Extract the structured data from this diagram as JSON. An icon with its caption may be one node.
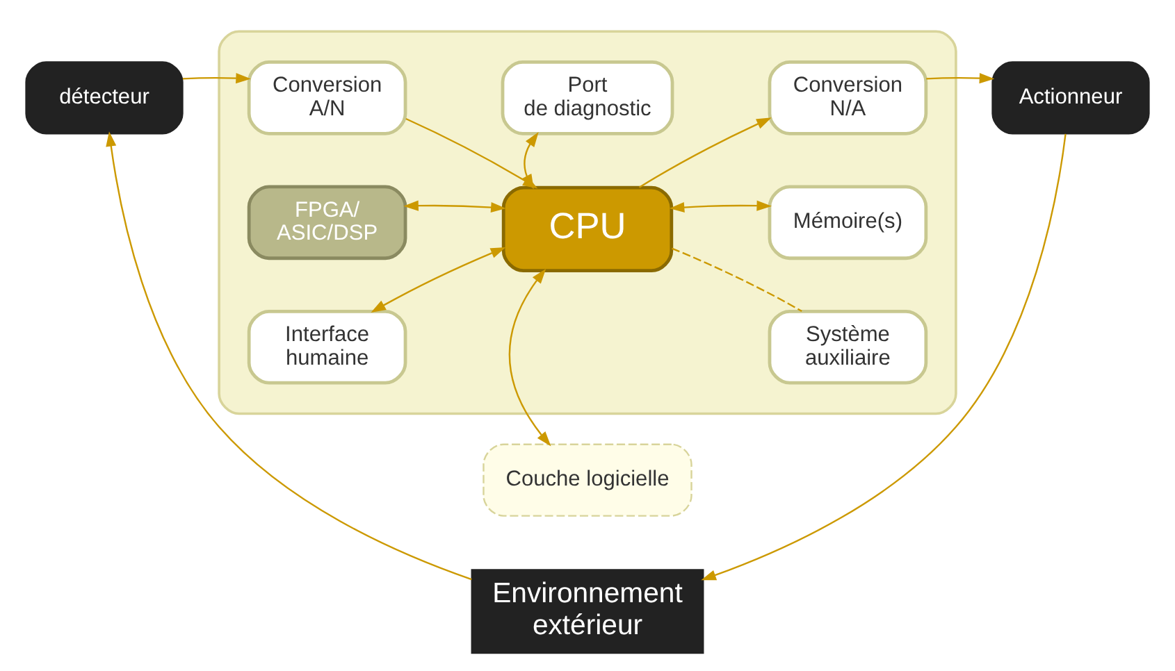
{
  "diagram": {
    "nodes": [
      {
        "text": [
          "Couche logicielle"
        ]
      },
      {
        "text": [],
        "shape": "box"
      },
      {
        "text": [
          "FPGA/ ASIC/DSP"
        ],
        "in": 1
      },
      {
        "text": [
          "Mémoire(s)"
        ],
        "in": 1
      },
      {
        "text": [
          "détecteur"
        ]
      },
      {
        "text": [
          "Conversion A/N"
        ],
        "in": 1
      },
      {
        "text": [
          "CPU"
        ],
        "in": 1
      },
      {
        "text": [
          "Conversion N/A"
        ],
        "in": 1
      },
      {
        "text": [
          "Actionneur"
        ]
      },
      {
        "text": [
          "Interface humaine"
        ],
        "in": 1
      },
      {
        "text": [
          "Système auxiliaire"
        ],
        "in": 1
      },
      {
        "text": [
          "Port de diagnostic"
        ],
        "in": 1
      },
      {
        "text": [
          "Environnement extérieur"
        ]
      }
    ],
    "edges": [
      {
        "from": 0,
        "to": 6,
        "arrow": "both"
      },
      {
        "from": 6,
        "to": 2,
        "arrow": "both"
      },
      {
        "from": 6,
        "to": 3,
        "arrow": "both"
      },
      {
        "from": 4,
        "to": 5,
        "arrow": "to"
      },
      {
        "from": 5,
        "to": 6,
        "arrow": "to"
      },
      {
        "from": 6,
        "to": 7,
        "arrow": "to"
      },
      {
        "from": 7,
        "to": 8,
        "arrow": "to"
      },
      {
        "from": 6,
        "to": 9,
        "arrow": "both"
      },
      {
        "from": 6,
        "to": 11,
        "arrow": "both"
      },
      {
        "from": 6,
        "to": 10,
        "arrow": "none",
        "style": "dashed"
      },
      {
        "from": 8,
        "to": 12,
        "arrow": "to"
      },
      {
        "from": 12,
        "to": 4,
        "arrow": "to"
      }
    ]
  }
}
